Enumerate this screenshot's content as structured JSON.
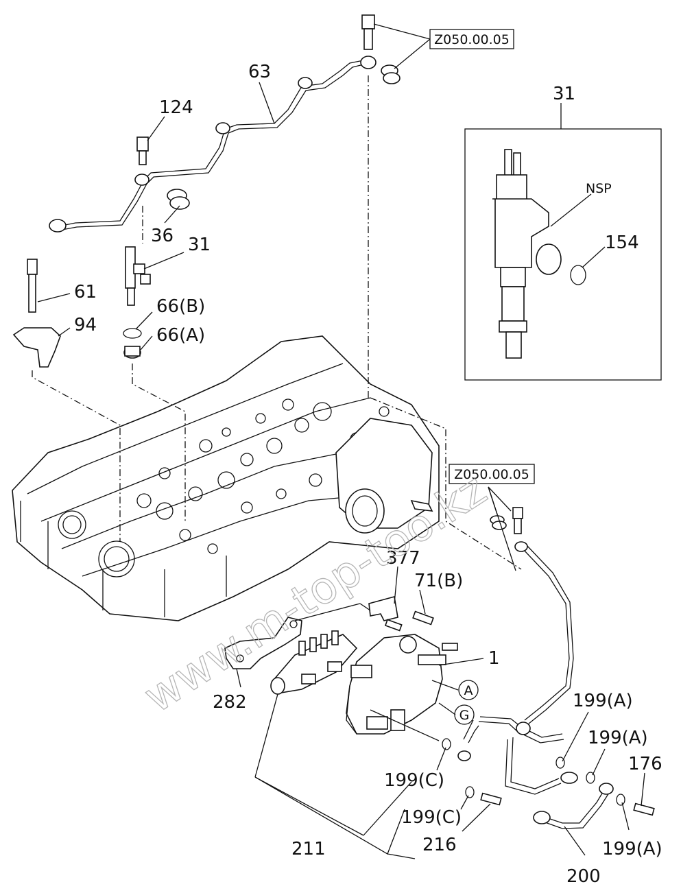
{
  "references": {
    "top": "Z050.00.05",
    "right": "Z050.00.05"
  },
  "detail_box": {
    "number": "31",
    "nsp": "NSP",
    "oring": "154"
  },
  "callouts": {
    "p1": "1",
    "p31": "31",
    "p36": "36",
    "p61": "61",
    "p63": "63",
    "p66a": "66(A)",
    "p66b": "66(B)",
    "p71b": "71(B)",
    "p94": "94",
    "p124": "124",
    "p176": "176",
    "p199a_1": "199(A)",
    "p199a_2": "199(A)",
    "p199a_3": "199(A)",
    "p199c_1": "199(C)",
    "p199c_2": "199(C)",
    "p200": "200",
    "p211": "211",
    "p216": "216",
    "p282": "282",
    "p377": "377",
    "pA": "A",
    "pG": "G"
  },
  "watermark": "www.m-top-too.kz",
  "colors": {
    "line": "#111111",
    "watermark": "#b5b5b5",
    "background": "#ffffff"
  }
}
